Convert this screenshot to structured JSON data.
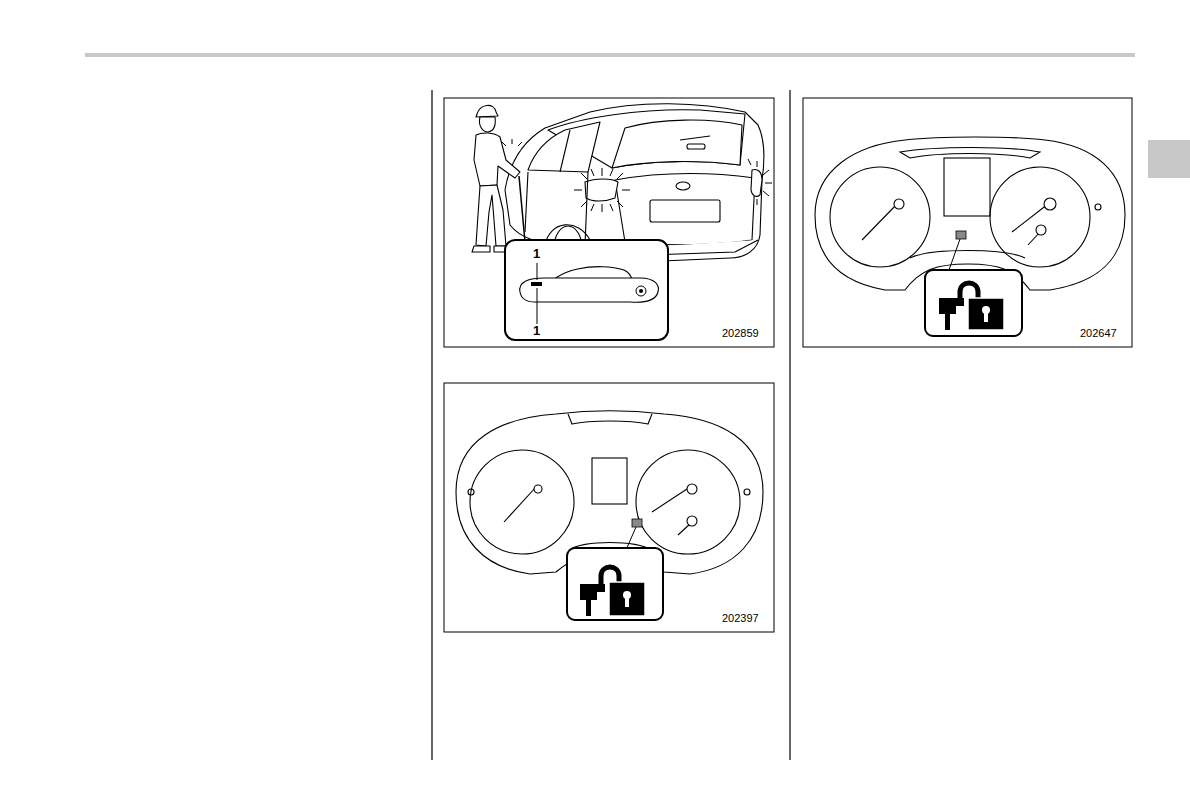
{
  "diagram": {
    "labels": [
      "1",
      "1",
      "202859",
      "202397",
      "202647"
    ]
  }
}
